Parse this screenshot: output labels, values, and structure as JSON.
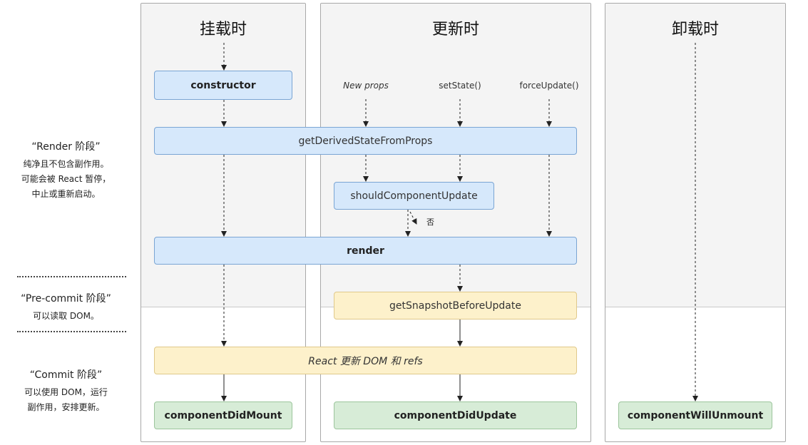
{
  "columns": {
    "mount": {
      "title": "挂载时"
    },
    "update": {
      "title": "更新时"
    },
    "unmount": {
      "title": "卸载时"
    }
  },
  "phases": {
    "render": {
      "title": "“Render 阶段”",
      "lines": [
        "纯净且不包含副作用。",
        "可能会被 React 暂停，",
        "中止或重新启动。"
      ]
    },
    "precommit": {
      "title": "“Pre-commit 阶段”",
      "lines": [
        "可以读取 DOM。"
      ]
    },
    "commit": {
      "title": "“Commit 阶段”",
      "lines": [
        "可以使用 DOM，运行",
        "副作用，安排更新。"
      ]
    }
  },
  "triggers": {
    "new_props": "New props",
    "set_state": "setState()",
    "force_update": "forceUpdate()"
  },
  "nodes": {
    "constructor": "constructor",
    "get_derived_state": "getDerivedStateFromProps",
    "should_update": "shouldComponentUpdate",
    "render": "render",
    "get_snapshot": "getSnapshotBeforeUpdate",
    "react_updates_dom": "React 更新 DOM 和 refs",
    "did_mount": "componentDidMount",
    "did_update": "componentDidUpdate",
    "will_unmount": "componentWillUnmount"
  },
  "branch_label": "否"
}
